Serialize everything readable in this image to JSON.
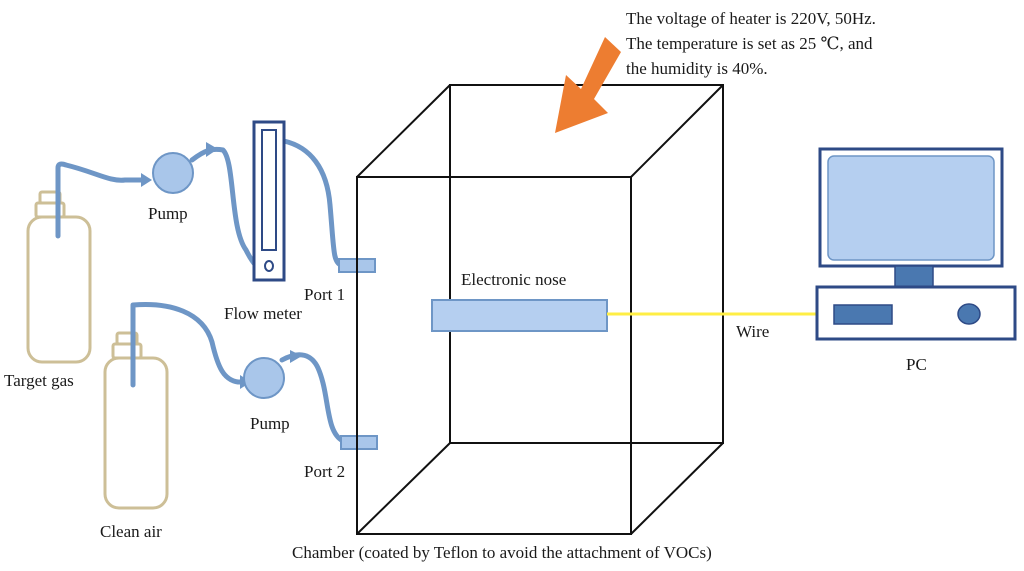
{
  "note": {
    "lines": [
      "The voltage of heater is 220V, 50Hz.",
      "The temperature is set as 25 ℃, and",
      "the humidity is 40%."
    ]
  },
  "labels": {
    "pump_top": "Pump",
    "pump_bottom": "Pump",
    "flow_meter": "Flow meter",
    "port1": "Port 1",
    "port2": "Port 2",
    "target_gas": "Target gas",
    "clean_air": "Clean air",
    "electronic_nose": "Electronic nose",
    "wire": "Wire",
    "pc": "PC",
    "chamber": "Chamber (coated by Teflon to avoid the attachment of VOCs)"
  },
  "colors": {
    "tube": "#6e96c6",
    "component_fill": "#a9c6ea",
    "component_stroke": "#6e96c6",
    "monitor_frame": "#2e4a86",
    "screen_fill": "#b5cff0",
    "cylinder": "#cdbf97",
    "heater_arrow": "#ed7d31",
    "wire": "#ffee44",
    "chamber_line": "#111111"
  },
  "icons": {
    "heater": "arrow-down-left-icon",
    "gas_bottle": "gas-cylinder-icon",
    "pump": "pump-icon",
    "computer": "desktop-computer-icon"
  }
}
